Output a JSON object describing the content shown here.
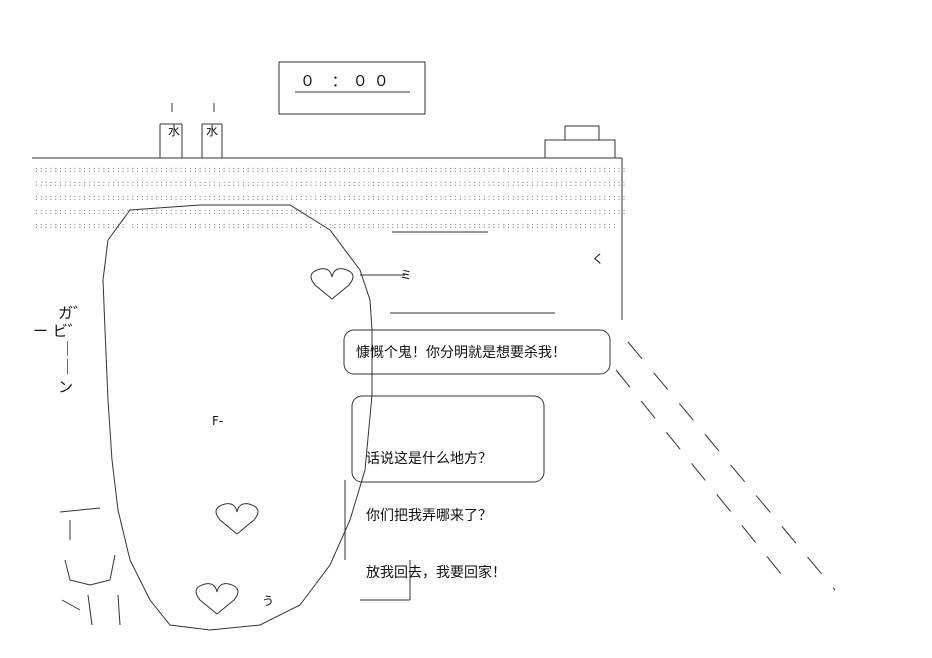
{
  "clock": {
    "display": "０ ：００"
  },
  "sound_effects": {
    "line1": "ガ゛",
    "line2": "ー ビ゛",
    "line3": "｜",
    "line4": "｜",
    "line5": "ン"
  },
  "bubbles": {
    "speech1": "慷慨个鬼！你分明就是想要杀我！",
    "speech2": [
      "话说这是什么地方？",
      "你们把我弄哪来了？",
      "放我回去，我要回家！"
    ]
  },
  "hanging_tags": {
    "left": "水",
    "right": "水"
  },
  "misc_glyphs": {
    "katakana_mi": "ミ",
    "katakana_f": "F-",
    "katakana_ku": "く",
    "katakana_u": "う"
  }
}
